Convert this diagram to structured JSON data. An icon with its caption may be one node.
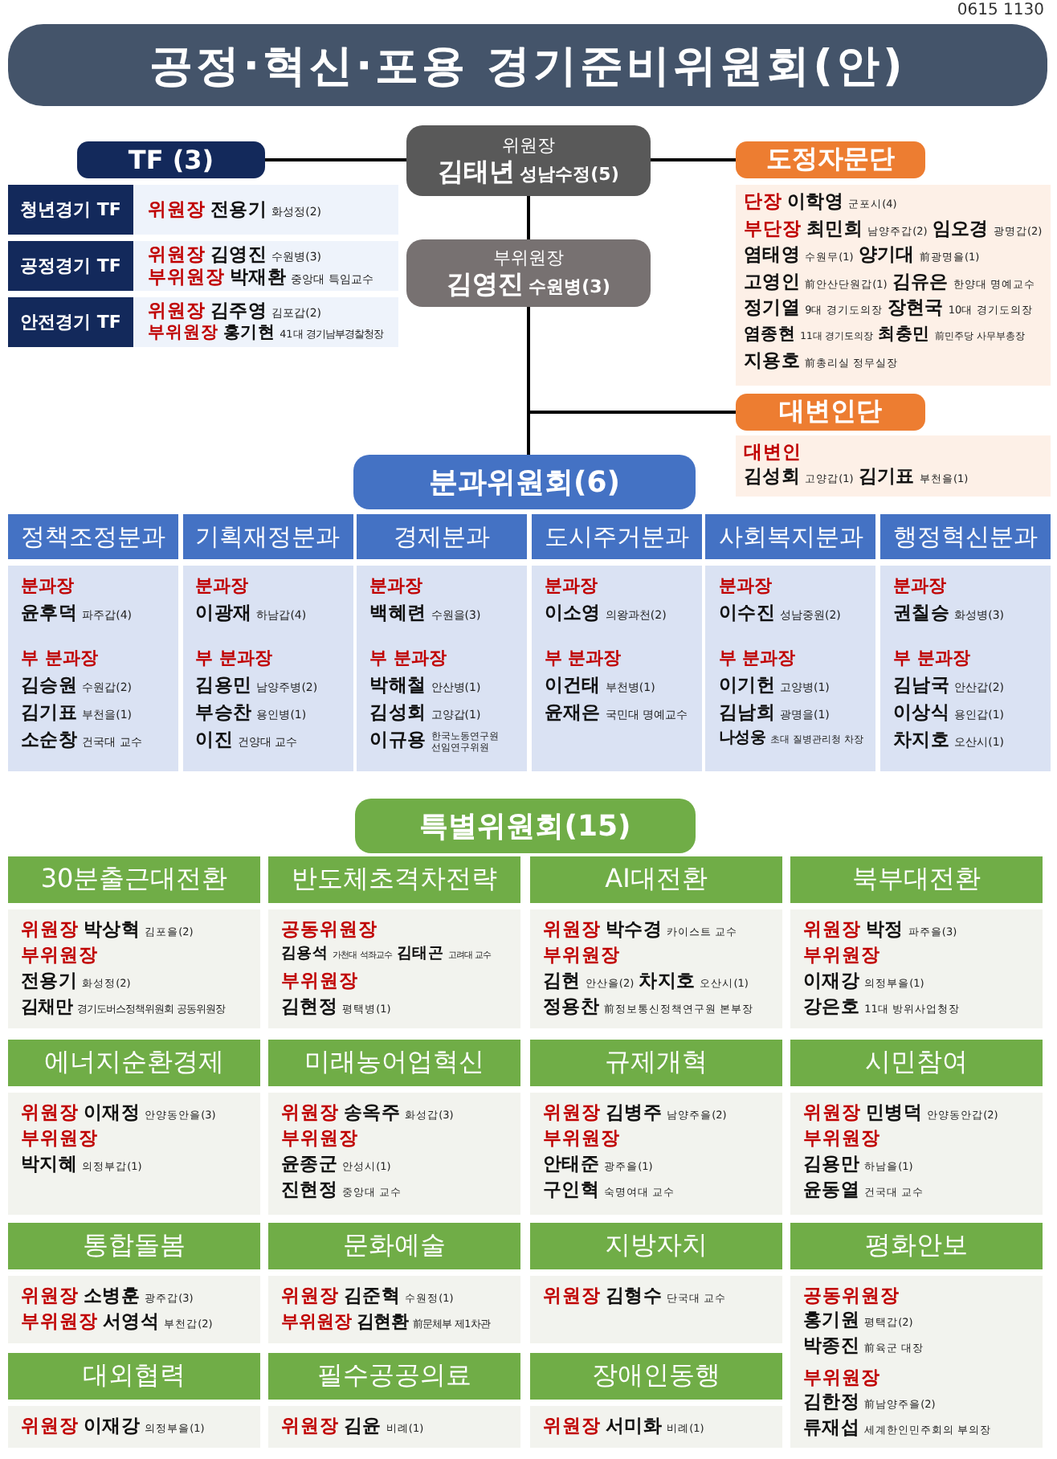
{
  "diagram": {
    "title": "공정·혁신·포용 경기준비위원회(안)",
    "nodes": [
      {
        "text": [
          "TF (3)"
        ]
      },
      {
        "text": [
          "청년경기 TF",
          "위원장",
          "전용기",
          "화성정(2)"
        ]
      },
      {
        "text": [
          "공정경기 TF",
          "위원장",
          "김영진",
          "수원병(3)",
          "부위원장",
          "박재환",
          "중앙대 특임교수"
        ]
      },
      {
        "text": [
          "안전경기 TF",
          "위원장",
          "김주영",
          "김포갑(2)",
          "부위원장",
          "홍기현",
          "41대 경기남부경찰청장"
        ]
      },
      {
        "text": [
          "위원장",
          "김태년",
          "성남수정(5)"
        ]
      },
      {
        "text": [
          "부위원장",
          "김영진",
          "수원병(3)"
        ]
      },
      {
        "text": [
          "도정자문단"
        ]
      },
      {
        "text": [
          "단장",
          "이학영",
          "군포시(4)",
          "부단장",
          "최민희",
          "남양주갑(2)",
          "임오경",
          "광명갑(2)",
          "염태영",
          "수원무(1)",
          "양기대",
          "前광명을(1)",
          "고영인",
          "前안산단원갑(1)",
          "김유은",
          "한양대 명예교수",
          "정기열",
          "9대 경기도의장",
          "장현국",
          "10대 경기도의장",
          "염종현",
          "11대 경기도의장",
          "최충민",
          "前민주당 사무부총장",
          "지용호",
          "前총리실 정무실장"
        ]
      },
      {
        "text": [
          "대변인단"
        ]
      },
      {
        "text": [
          "대변인",
          "김성회",
          "고양갑(1)",
          "김기표",
          "부천을(1)"
        ]
      },
      {
        "text": [
          "분과위원회(6)"
        ]
      },
      {
        "text": [
          "정책조정분과",
          "분과장",
          "윤후덕",
          "파주갑(4)",
          "부 분과장",
          "김승원",
          "수원갑(2)",
          "김기표",
          "부천을(1)",
          "소순창",
          "건국대 교수"
        ]
      },
      {
        "text": [
          "기획재정분과",
          "분과장",
          "이광재",
          "하남갑(4)",
          "부 분과장",
          "김용민",
          "남양주병(2)",
          "부승찬",
          "용인병(1)",
          "이진",
          "건양대 교수"
        ]
      },
      {
        "text": [
          "경제분과",
          "분과장",
          "백혜련",
          "수원을(3)",
          "부 분과장",
          "박해철",
          "안산병(1)",
          "김성회",
          "고양갑(1)",
          "이규용",
          "한국노동연구원 선임연구위원"
        ]
      },
      {
        "text": [
          "도시주거분과",
          "분과장",
          "이소영",
          "의왕과천(2)",
          "부 분과장",
          "이건태",
          "부천병(1)",
          "윤재은",
          "국민대 명예교수"
        ]
      },
      {
        "text": [
          "사회복지분과",
          "분과장",
          "이수진",
          "성남중원(2)",
          "부 분과장",
          "이기헌",
          "고양병(1)",
          "김남희",
          "광명을(1)",
          "나성웅",
          "초대 질병관리청 차장"
        ]
      },
      {
        "text": [
          "행정혁신분과",
          "분과장",
          "권칠승",
          "화성병(3)",
          "부 분과장",
          "김남국",
          "안산갑(2)",
          "이상식",
          "용인갑(1)",
          "차지호",
          "오산시(1)"
        ]
      },
      {
        "text": [
          "특별위원회(15)"
        ]
      },
      {
        "text": [
          "30분출근대전환",
          "위원장",
          "박상혁",
          "김포을(2)",
          "부위원장",
          "전용기",
          "화성정(2)",
          "김채만",
          "경기도버스정책위원회 공동위원장"
        ]
      },
      {
        "text": [
          "반도체초격차전략",
          "공동위원장",
          "김용석",
          "가천대 석좌교수",
          "김태곤",
          "고려대 교수",
          "부위원장",
          "김현정",
          "평택병(1)"
        ]
      },
      {
        "text": [
          "AI대전환",
          "위원장",
          "박수경",
          "카이스트 교수",
          "부위원장",
          "김현",
          "안산을(2)",
          "차지호",
          "오산시(1)",
          "정용찬",
          "前정보통신정책연구원 본부장"
        ]
      },
      {
        "text": [
          "북부대전환",
          "위원장",
          "박정",
          "파주을(3)",
          "부위원장",
          "이재강",
          "의정부을(1)",
          "강은호",
          "11대 방위사업청장"
        ]
      },
      {
        "text": [
          "에너지순환경제",
          "위원장",
          "이재정",
          "안양동안을(3)",
          "부위원장",
          "박지혜",
          "의정부갑(1)"
        ]
      },
      {
        "text": [
          "미래농어업혁신",
          "위원장",
          "송옥주",
          "화성갑(3)",
          "부위원장",
          "윤종군",
          "안성시(1)",
          "진현정",
          "중앙대 교수"
        ]
      },
      {
        "text": [
          "규제개혁",
          "위원장",
          "김병주",
          "남양주을(2)",
          "부위원장",
          "안태준",
          "광주을(1)",
          "구인혁",
          "숙명여대 교수"
        ]
      },
      {
        "text": [
          "시민참여",
          "위원장",
          "민병덕",
          "안양동안갑(2)",
          "부위원장",
          "김용만",
          "하남을(1)",
          "윤동열",
          "건국대 교수"
        ]
      },
      {
        "text": [
          "통합돌봄",
          "위원장",
          "소병훈",
          "광주갑(3)",
          "부위원장",
          "서영석",
          "부천갑(2)"
        ]
      },
      {
        "text": [
          "문화예술",
          "위원장",
          "김준혁",
          "수원정(1)",
          "부위원장",
          "김현환",
          "前문체부 제1차관"
        ]
      },
      {
        "text": [
          "지방자치",
          "위원장",
          "김형수",
          "단국대 교수"
        ]
      },
      {
        "text": [
          "평화안보",
          "공동위원장",
          "홍기원",
          "평택갑(2)",
          "박종진",
          "前육군 대장",
          "부위원장",
          "김한정",
          "前남양주을(2)",
          "류재섭",
          "세계한인민주회의 부의장"
        ]
      },
      {
        "text": [
          "대외협력",
          "위원장",
          "이재강",
          "의정부을(1)"
        ]
      },
      {
        "text": [
          "필수공공의료",
          "위원장",
          "김윤",
          "비례(1)"
        ]
      },
      {
        "text": [
          "장애인동행",
          "위원장",
          "서미화",
          "비례(1)"
        ]
      }
    ],
    "edges": [
      {
        "from": 4,
        "to": 0,
        "arrow": "none"
      },
      {
        "from": 4,
        "to": 6,
        "arrow": "none"
      },
      {
        "from": 4,
        "to": 5,
        "arrow": "none"
      },
      {
        "from": 5,
        "to": 10,
        "arrow": "none"
      },
      {
        "from": 5,
        "to": 8,
        "arrow": "none"
      }
    ],
    "labels": [
      "0615 1130"
    ]
  }
}
